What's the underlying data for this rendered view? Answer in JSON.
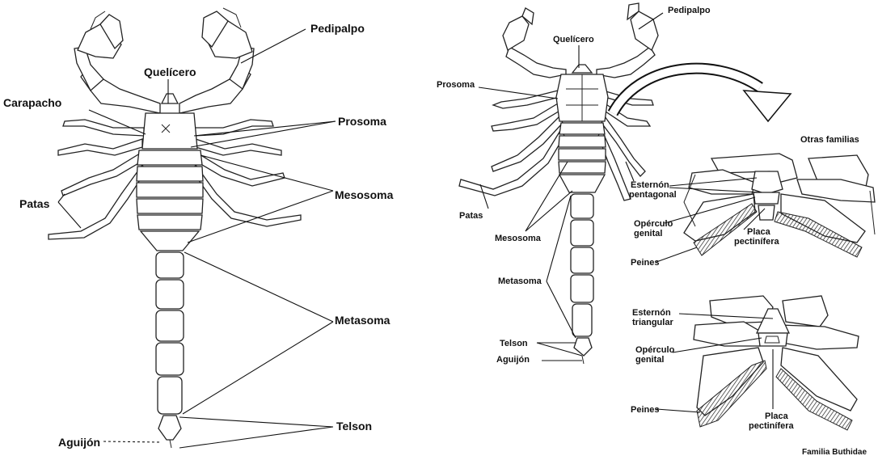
{
  "left_figure": {
    "labels": {
      "pedipalpo": "Pedipalpo",
      "quelicero": "Quelícero",
      "carapacho": "Carapacho",
      "prosoma": "Prosoma",
      "mesosoma": "Mesosoma",
      "patas": "Patas",
      "metasoma": "Metasoma",
      "telson": "Telson",
      "aguijon": "Aguijón"
    }
  },
  "center_figure": {
    "labels": {
      "pedipalpo": "Pedipalpo",
      "quelicero": "Quelícero",
      "prosoma": "Prosoma",
      "patas": "Patas",
      "mesosoma": "Mesosoma",
      "metasoma": "Metasoma",
      "telson": "Telson",
      "aguijon": "Aguijón"
    }
  },
  "right_top": {
    "title": "Otras familias",
    "esternon_line1": "Esternón",
    "esternon_line2": "pentagonal",
    "operculo_line1": "Opérculo",
    "operculo_line2": "genital",
    "placa_line1": "Placa",
    "placa_line2": "pectinífera",
    "peines": "Peines"
  },
  "right_bottom": {
    "esternon_line1": "Esternón",
    "esternon_line2": "triangular",
    "operculo_line1": "Opérculo",
    "operculo_line2": "genital",
    "placa_line1": "Placa",
    "placa_line2": "pectinífera",
    "peines": "Peines",
    "family": "Familia Buthidae"
  }
}
